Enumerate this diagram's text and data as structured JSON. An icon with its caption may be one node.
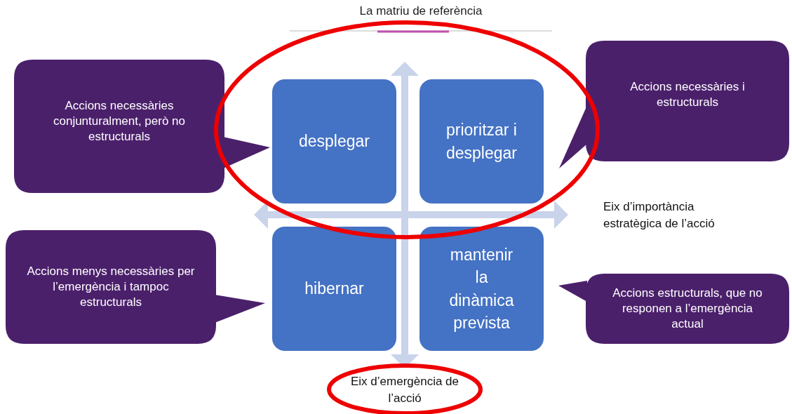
{
  "diagram": {
    "title": "La matriu de referència",
    "nodes": [
      {
        "text": [
          "Accions necessàries conjunturalment, però no estructurals"
        ]
      },
      {
        "text": [
          "desplegar"
        ]
      },
      {
        "text": [
          "prioritzar i desplegar"
        ]
      },
      {
        "text": [
          "Accions necessàries i estructurals"
        ]
      },
      {
        "text": [
          "Accions menys necessàries per l’emergència i tampoc estructurals"
        ]
      },
      {
        "text": [
          "hibernar"
        ]
      },
      {
        "text": [
          "mantenir la dinàmica prevista"
        ]
      },
      {
        "text": [
          "Accions estructurals, que no responen a l’emergència actual"
        ]
      }
    ],
    "labels": [
      "Eix d’importància estratègica de l’acció",
      "Eix d’emergència de l’acció"
    ]
  }
}
